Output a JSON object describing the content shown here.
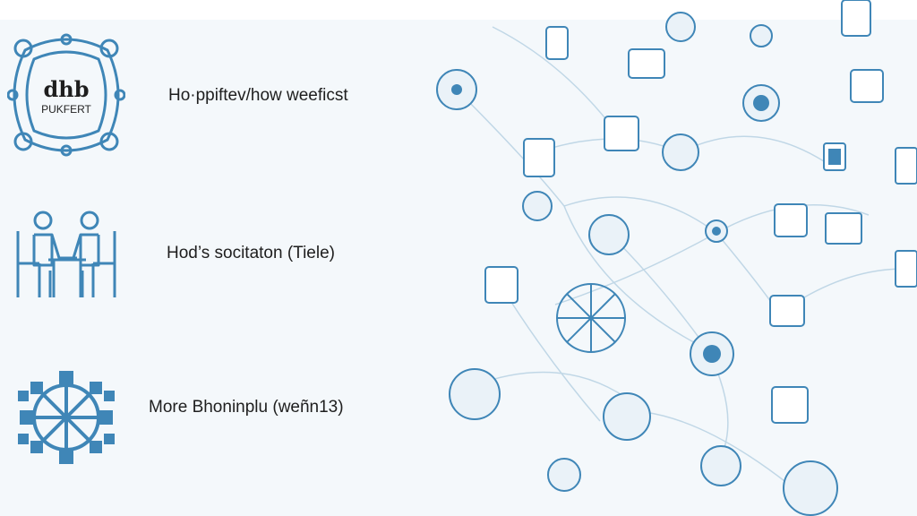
{
  "rows": [
    {
      "label": "Ho·ppiftev/how weeficst",
      "icon": "ornamental-logo-icon",
      "logo_text_top": "dhb",
      "logo_text_bottom": "PUKFERT"
    },
    {
      "label": "Hod’s socitaton (Tiele)",
      "icon": "two-people-at-table-icon"
    },
    {
      "label": "More Bhoninplu (ᴡeñn13)",
      "icon": "network-wheel-icon"
    }
  ],
  "colors": {
    "background": "#f4f8fb",
    "accent": "#3f86b7",
    "line": "#9ec2da",
    "text": "#1e1e1e"
  }
}
